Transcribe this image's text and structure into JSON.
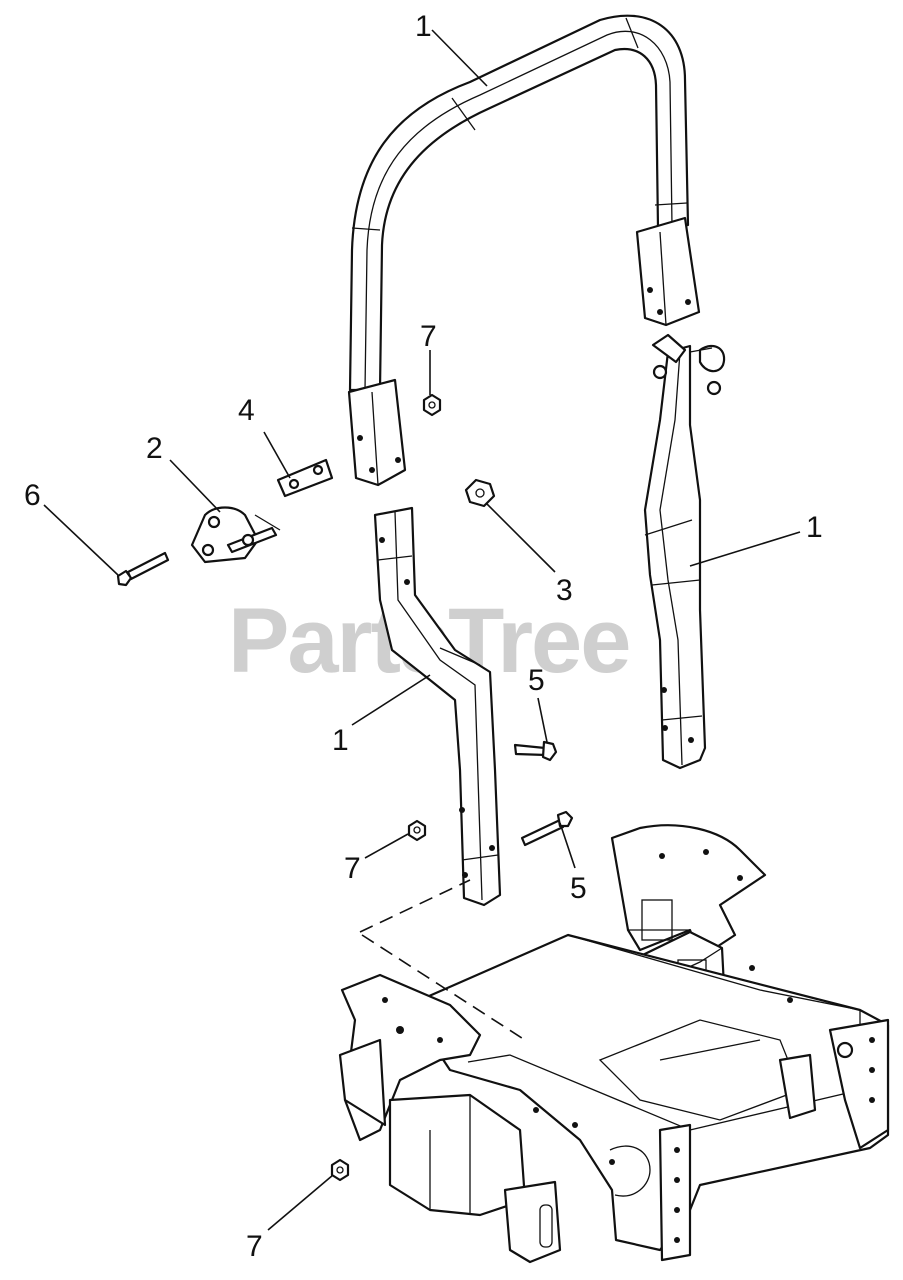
{
  "watermark": "PartsTree",
  "callouts": [
    {
      "label": "1",
      "part": "roll-bar-upper-hoop"
    },
    {
      "label": "7",
      "part": "nut-upper"
    },
    {
      "label": "4",
      "part": "latch-bracket"
    },
    {
      "label": "2",
      "part": "hinge-pin-assembly"
    },
    {
      "label": "6",
      "part": "bolt-long"
    },
    {
      "label": "3",
      "part": "knob"
    },
    {
      "label": "1",
      "part": "roll-bar-right-leg"
    },
    {
      "label": "5",
      "part": "bolt-upper"
    },
    {
      "label": "1",
      "part": "roll-bar-left-leg"
    },
    {
      "label": "7",
      "part": "nut-middle"
    },
    {
      "label": "5",
      "part": "bolt-lower"
    },
    {
      "label": "7",
      "part": "nut-lower"
    }
  ]
}
